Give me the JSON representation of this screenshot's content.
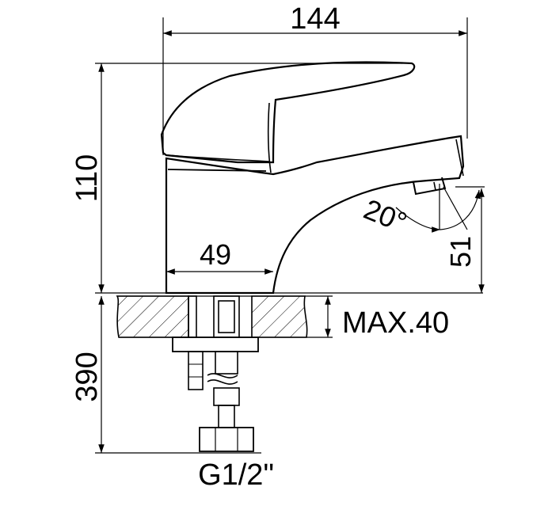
{
  "dimensions": {
    "width_top": "144",
    "height_body": "110",
    "base_width": "49",
    "spout_angle": "20°",
    "spout_height": "51",
    "deck_thickness": "MAX.40",
    "hose_length": "390",
    "connection": "G1/2\""
  },
  "colors": {
    "stroke": "#000000",
    "background": "#ffffff"
  }
}
